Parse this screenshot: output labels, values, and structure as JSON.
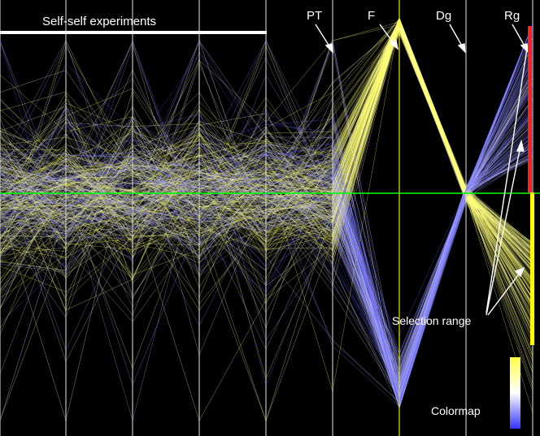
{
  "chart_data": {
    "type": "parallel-coordinates",
    "axes": [
      "",
      "",
      "",
      "",
      "",
      "",
      "PT",
      "F",
      "Dg",
      "Rg"
    ],
    "annotations": {
      "group_label": "Self-self experiments",
      "selection_label": "Selection range",
      "colormap_label": "Colormap"
    },
    "colormap": {
      "high_color": "#ffff44",
      "mid_color": "#ffffff",
      "low_color": "#3333ff"
    },
    "colors": {
      "background": "#000000",
      "axis_color": "#808080",
      "reference_line": "#00ff00",
      "emphasized_axis": "#ffff00",
      "selection_range_upper": "#ff0000",
      "selection_range_lower": "#ffff00",
      "text": "#ffffff"
    },
    "grid": false,
    "legend_position": "bottom-right"
  }
}
